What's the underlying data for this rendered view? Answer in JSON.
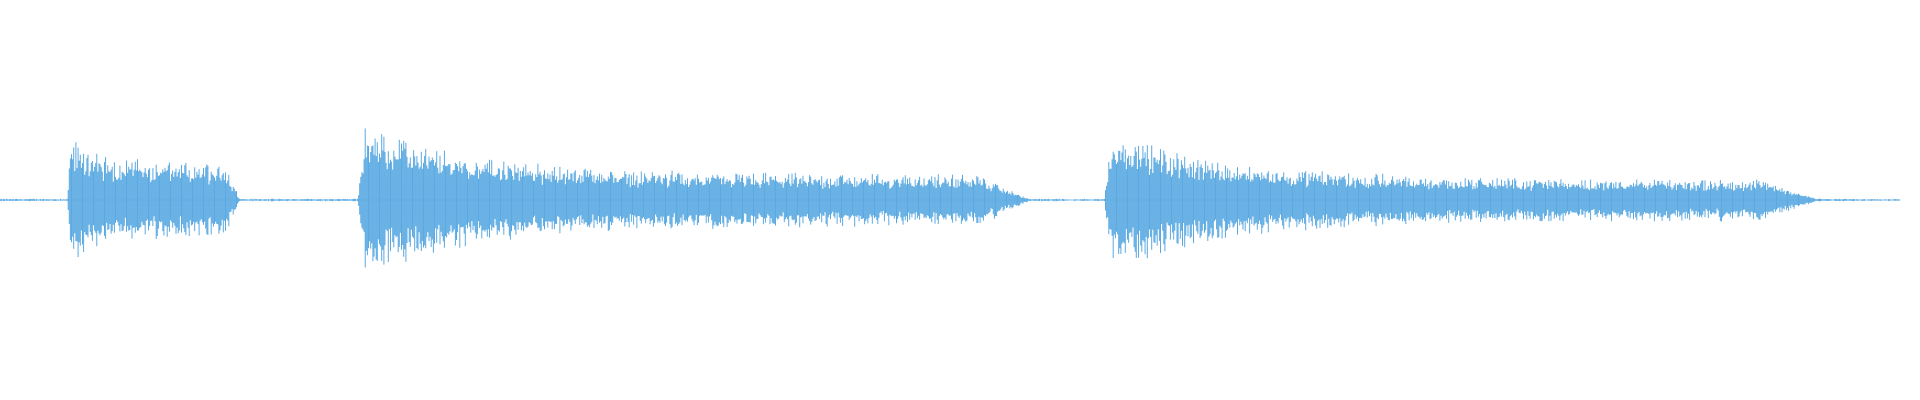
{
  "waveform": {
    "color": "#5aa9e2",
    "background": "#ffffff",
    "duration": 1,
    "amplitude_range": [
      -1,
      1
    ],
    "baseline_noise": 0.006,
    "segments": [
      {
        "start": 0.0357,
        "end": 0.1263,
        "peak": 0.36,
        "sustain": 0.22,
        "release": 0.28
      },
      {
        "start": 0.1883,
        "end": 0.543,
        "peak": 0.44,
        "sustain": 0.15,
        "release": 0.06
      },
      {
        "start": 0.5812,
        "end": 0.958,
        "peak": 0.41,
        "sustain": 0.12,
        "release": 0.02
      }
    ]
  }
}
